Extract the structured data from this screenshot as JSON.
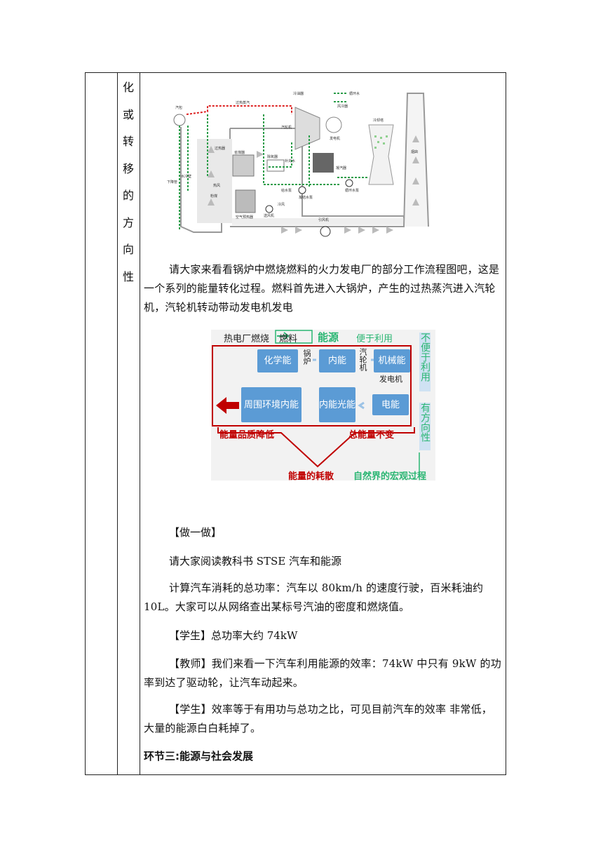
{
  "left_column_chars": [
    "化",
    "或",
    "转",
    "移",
    "的",
    "方",
    "向",
    "性"
  ],
  "plant_diagram": {
    "labels": [
      "汽包",
      "过热蒸汽",
      "冷油器",
      "循环水",
      "风冷器",
      "汽轮机",
      "发电机",
      "冷却塔",
      "过热器",
      "省煤器",
      "除氧器",
      "补充水",
      "凝汽器",
      "给水泵",
      "凝结水泵",
      "循环水泵",
      "下降管",
      "水冷壁",
      "粉煤",
      "热风",
      "冷风",
      "送风机",
      "引风机",
      "烟囱",
      "空气预热器"
    ]
  },
  "paragraph_1": "请大家来看看锅炉中燃烧燃料的火力发电厂的部分工作流程图吧，这是一个系列的能量转化过程。燃料首先进入大锅炉，产生的过热蒸汽进入汽轮机，汽轮机转动带动发电机发电",
  "energy_diagram": {
    "header_left": "热电厂燃烧",
    "header_fuel": "燃料",
    "header_energy": "能源",
    "header_use": "便于利用",
    "side_top": "不便于利用",
    "side_bottom": "有方向性",
    "box_chem": "化学能",
    "box_inner": "内能",
    "box_mech": "机械能",
    "box_env": "周围环境内能",
    "box_heatlight": "内能光能",
    "box_elec": "电能",
    "conn_boiler": "锅炉",
    "conn_turbine": "汽轮机",
    "conn_generator": "发电机",
    "quality_down": "能量品质降低",
    "total_const": "总能量不变",
    "dissipation": "能量的耗散",
    "macro": "自然界的宏观过程",
    "color_box": "#5b9bd5",
    "color_red": "#c00000",
    "color_green": "#2bb673"
  },
  "zuoyizuo": "【做一做】",
  "read_book": "请大家阅读教科书 STSE 汽车和能源",
  "calc": "计算汽车消耗的总功率：汽车以 80km/h 的速度行驶，百米耗油约 10L。大家可以从网络查出某标号汽油的密度和燃烧值。",
  "student1": "【学生】总功率大约 74kW",
  "teacher": "【教师】我们来看一下汽车利用能源的效率：74kW 中只有 9kW 的功率到达了驱动轮，让汽车动起来。",
  "student2": "【学生】效率等于有用功与总功之比，可见目前汽车的效率 非常低，大量的能源白白耗掉了。",
  "section3": "环节三:能源与社会发展"
}
